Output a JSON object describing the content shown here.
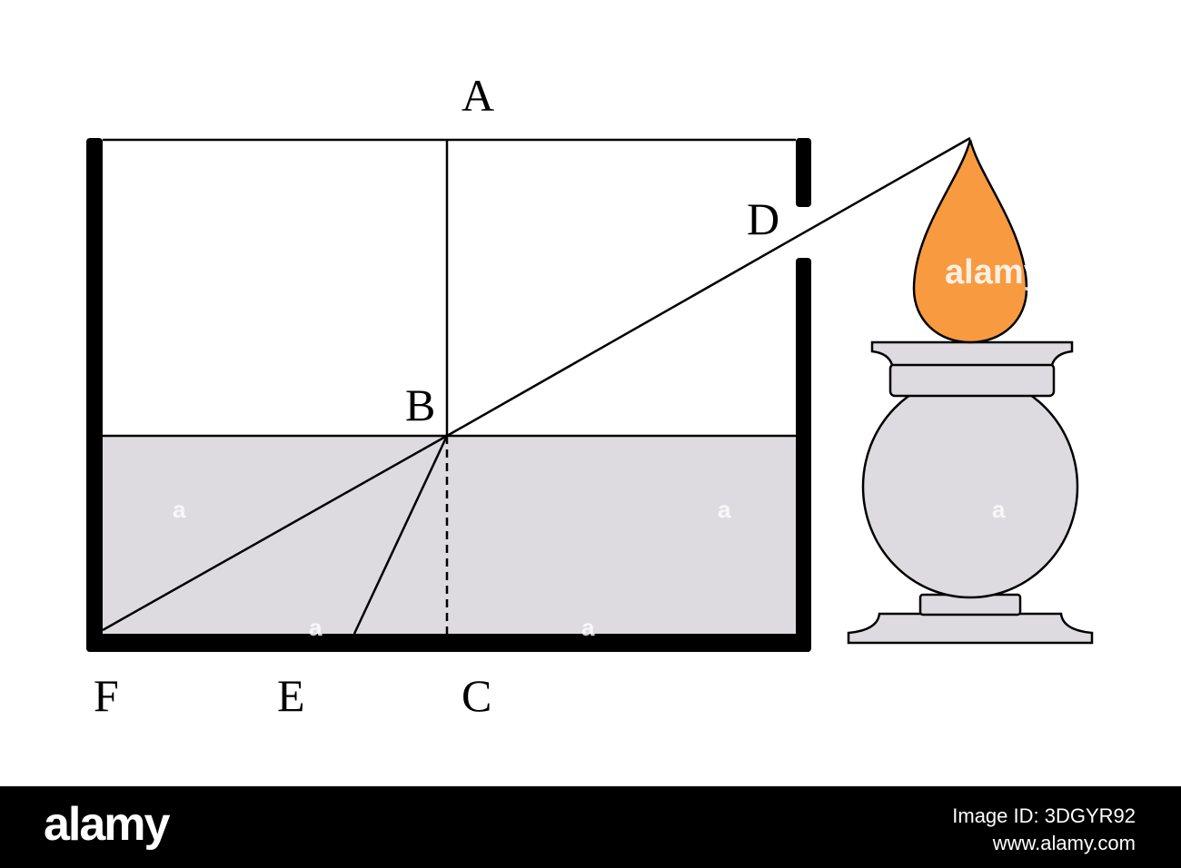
{
  "diagram": {
    "points": {
      "A": "A",
      "B": "B",
      "C": "C",
      "D": "D",
      "E": "E",
      "F": "F"
    },
    "colors": {
      "water": "#dedbe0",
      "flame": "#f89a40",
      "lamp": "#dedbe0",
      "wall": "#000000"
    },
    "watermarks": [
      "alamy",
      "a",
      "a",
      "a",
      "a",
      "a"
    ]
  },
  "footer": {
    "logo": "alamy",
    "image_id": "Image ID: 3DGYR92",
    "site": "www.alamy.com"
  }
}
